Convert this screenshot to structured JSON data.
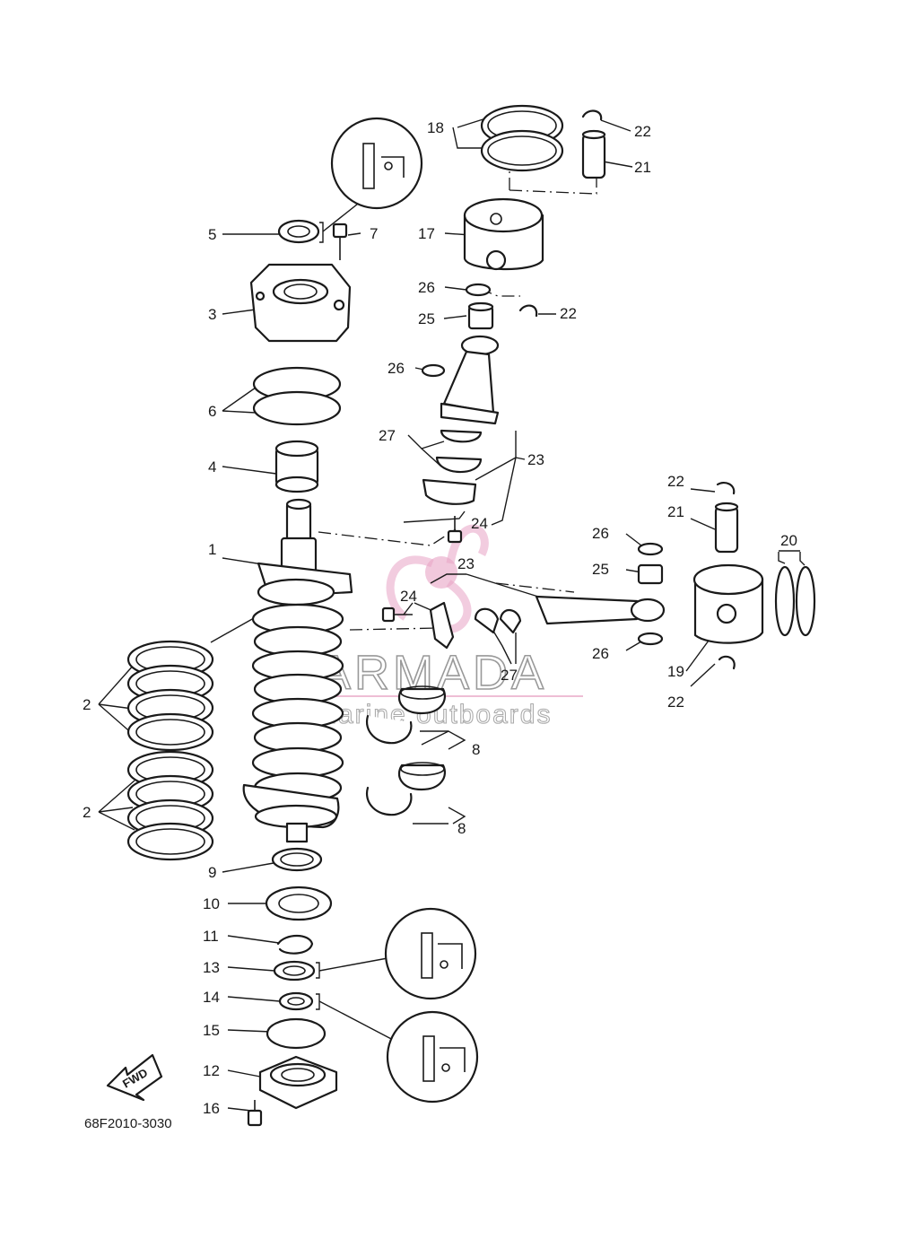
{
  "diagram": {
    "code": "68F2010-3030",
    "fwd_label": "FWD",
    "watermark": {
      "brand": "ARMADA",
      "tagline": "marine outboards",
      "color": "#e8a3c4"
    },
    "callouts": [
      {
        "id": "c1",
        "label": "1"
      },
      {
        "id": "c2a",
        "label": "2"
      },
      {
        "id": "c2b",
        "label": "2"
      },
      {
        "id": "c3",
        "label": "3"
      },
      {
        "id": "c4",
        "label": "4"
      },
      {
        "id": "c5",
        "label": "5"
      },
      {
        "id": "c6",
        "label": "6"
      },
      {
        "id": "c7",
        "label": "7"
      },
      {
        "id": "c8a",
        "label": "8"
      },
      {
        "id": "c8b",
        "label": "8"
      },
      {
        "id": "c9",
        "label": "9"
      },
      {
        "id": "c10",
        "label": "10"
      },
      {
        "id": "c11",
        "label": "11"
      },
      {
        "id": "c12",
        "label": "12"
      },
      {
        "id": "c13",
        "label": "13"
      },
      {
        "id": "c14",
        "label": "14"
      },
      {
        "id": "c15",
        "label": "15"
      },
      {
        "id": "c16",
        "label": "16"
      },
      {
        "id": "c17",
        "label": "17"
      },
      {
        "id": "c18",
        "label": "18"
      },
      {
        "id": "c19",
        "label": "19"
      },
      {
        "id": "c20",
        "label": "20"
      },
      {
        "id": "c21a",
        "label": "21"
      },
      {
        "id": "c21b",
        "label": "21"
      },
      {
        "id": "c22a",
        "label": "22"
      },
      {
        "id": "c22b",
        "label": "22"
      },
      {
        "id": "c22c",
        "label": "22"
      },
      {
        "id": "c22d",
        "label": "22"
      },
      {
        "id": "c23a",
        "label": "23"
      },
      {
        "id": "c23b",
        "label": "23"
      },
      {
        "id": "c24a",
        "label": "24"
      },
      {
        "id": "c24b",
        "label": "24"
      },
      {
        "id": "c25a",
        "label": "25"
      },
      {
        "id": "c25b",
        "label": "25"
      },
      {
        "id": "c26a",
        "label": "26"
      },
      {
        "id": "c26b",
        "label": "26"
      },
      {
        "id": "c26c",
        "label": "26"
      },
      {
        "id": "c26d",
        "label": "26"
      },
      {
        "id": "c27a",
        "label": "27"
      },
      {
        "id": "c27b",
        "label": "27"
      }
    ]
  }
}
